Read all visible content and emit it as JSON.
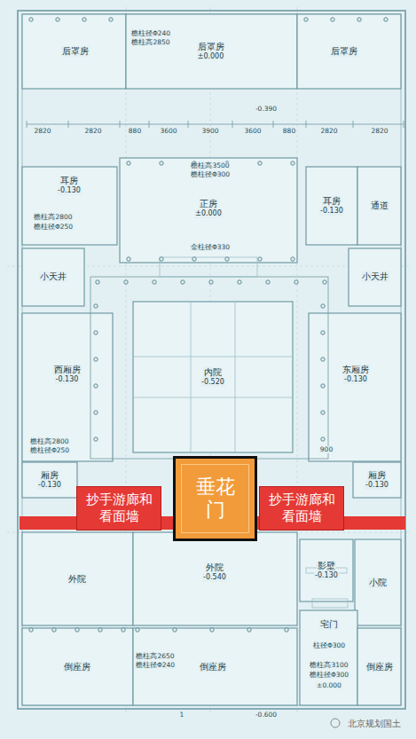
{
  "diagram": {
    "nodes": [
      {
        "text": [
          "后罩房"
        ]
      },
      {
        "text": [
          "后罩房",
          "±0.000"
        ]
      },
      {
        "text": [
          "后罩房"
        ]
      },
      {
        "text": [
          "耳房",
          "-0.130"
        ]
      },
      {
        "text": [
          "正房",
          "±0.000"
        ]
      },
      {
        "text": [
          "耳房",
          "-0.130"
        ]
      },
      {
        "text": [
          "通道"
        ]
      },
      {
        "text": [
          "小天井"
        ]
      },
      {
        "text": [
          "小天井"
        ]
      },
      {
        "text": [
          "西厢房",
          "-0.130"
        ]
      },
      {
        "text": [
          "内院",
          "-0.520"
        ]
      },
      {
        "text": [
          "东厢房",
          "-0.130"
        ]
      },
      {
        "text": [
          "厢房",
          "-0.130"
        ]
      },
      {
        "text": [
          "厢房",
          "-0.130"
        ]
      },
      {
        "text": [
          "垂花门"
        ]
      },
      {
        "text": [
          "抄手游廊和看面墙"
        ]
      },
      {
        "text": [
          "抄手游廊和看面墙"
        ]
      },
      {
        "text": [
          "外院"
        ]
      },
      {
        "text": [
          "外院",
          "-0.540"
        ]
      },
      {
        "text": [
          "影壁",
          "-0.130"
        ]
      },
      {
        "text": [
          "小院"
        ]
      },
      {
        "text": [
          "宅门"
        ]
      },
      {
        "text": [
          "倒座房"
        ]
      },
      {
        "text": [
          "倒座房"
        ]
      },
      {
        "text": [
          "倒座房"
        ]
      }
    ],
    "labels": [
      "檐柱径Φ240",
      "檐柱高2850",
      "-0.390",
      "2820",
      "2820",
      "880",
      "3600",
      "3900",
      "3600",
      "880",
      "2820",
      "2820",
      "檐柱高3500",
      "檐柱径Φ300",
      "檐柱高2800",
      "檐柱径Φ250",
      "金柱径Φ330",
      "檐柱高2800",
      "檐柱径Φ250",
      "900",
      "柱径Φ300",
      "檐柱高3100",
      "檐柱径Φ300",
      "±0.000",
      "檐柱高2650",
      "檐柱径Φ240",
      "-0.600",
      "1",
      "北京规划国土"
    ]
  }
}
